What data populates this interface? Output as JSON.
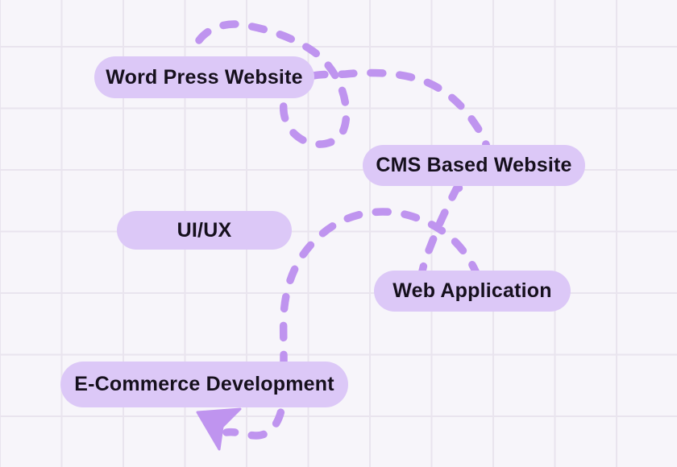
{
  "style": {
    "background_color": "#f7f5fa",
    "grid_line_color": "#e9e4ee",
    "pill_bg": "#dcc8f7",
    "pill_text": "#16101d",
    "line_color": "#bf94ef"
  },
  "nodes": [
    {
      "id": "wordpress",
      "label": "Word Press Website"
    },
    {
      "id": "cms",
      "label": "CMS Based Website"
    },
    {
      "id": "uiux",
      "label": "UI/UX"
    },
    {
      "id": "webapp",
      "label": "Web Application"
    },
    {
      "id": "ecommerce",
      "label": "E-Commerce Development"
    }
  ],
  "connector": {
    "style": "dashed",
    "arrowhead": "arrow-up-left",
    "path_visits": [
      "Word Press Website",
      "CMS Based Website",
      "Web Application",
      "E-Commerce Development"
    ]
  }
}
